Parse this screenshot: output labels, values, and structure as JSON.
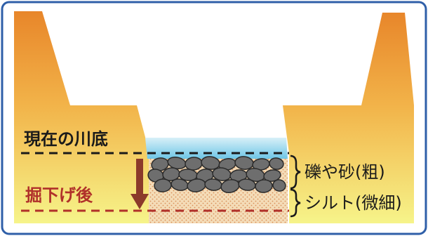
{
  "labels": {
    "current_riverbed": "現在の川底",
    "after_excavation": "掘下げ後",
    "gravel_sand": "礫や砂(粗)",
    "silt": "シルト(微細)"
  },
  "colors": {
    "bank_top": "#e8862a",
    "bank_bottom": "#f6f48a",
    "water_top": "#bfe4f2",
    "water_bottom": "#7ccde8",
    "stone": "#6e6e6e",
    "stone_outline": "#2b2b2b",
    "sand": "#f2d9b4",
    "sand_dot": "#d98f5a",
    "arrow": "#8b3a2a",
    "line_dark": "#1a1a1a",
    "line_red": "#b0302a",
    "frame": "#2f5fa8"
  }
}
